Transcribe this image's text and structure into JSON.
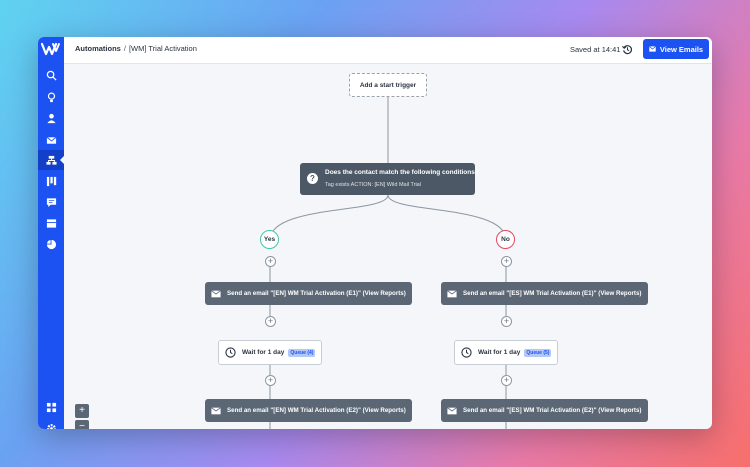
{
  "breadcrumb": {
    "root": "Automations",
    "separator": "/",
    "current": "[WM] Trial Activation"
  },
  "header": {
    "saved_text": "Saved at 14:41",
    "view_emails_label": "View Emails"
  },
  "sidebar": {
    "items": [
      {
        "icon": "search-icon"
      },
      {
        "icon": "lightbulb-icon"
      },
      {
        "icon": "user-icon"
      },
      {
        "icon": "mail-icon"
      },
      {
        "icon": "automations-icon",
        "active": true
      },
      {
        "icon": "pipeline-icon"
      },
      {
        "icon": "chat-icon"
      },
      {
        "icon": "layout-icon"
      },
      {
        "icon": "pie-chart-icon"
      }
    ],
    "bottom_items": [
      {
        "icon": "apps-icon"
      },
      {
        "icon": "gear-icon"
      }
    ]
  },
  "flow": {
    "start_trigger": "Add a start trigger",
    "condition": {
      "title": "Does the contact match the following conditions?",
      "subtitle": "Tag exists ACTION: [EN] Wild Mail Trial"
    },
    "yes_label": "Yes",
    "no_label": "No",
    "yes_branch": {
      "email1": "Send an email \"[EN] WM Trial Activation (E1)\" (View Reports)",
      "wait": "Wait for 1 day",
      "wait_queue": "Queue (4)",
      "email2": "Send an email \"[EN] WM Trial Activation (E2)\" (View Reports)"
    },
    "no_branch": {
      "email1": "Send an email \"[ES] WM Trial Activation (E1)\" (View Reports)",
      "wait": "Wait for 1 day",
      "wait_queue": "Queue (5)",
      "email2": "Send an email \"[ES] WM Trial Activation (E2)\" (View Reports)"
    }
  },
  "zoom": {
    "in_label": "+",
    "out_label": "−"
  },
  "colors": {
    "brand": "#1d52f2",
    "node_dark": "#4d5866",
    "email_node": "#5c6776",
    "yes": "#43c79d",
    "no": "#e8475f",
    "queue_bg": "#b3c8f5"
  }
}
